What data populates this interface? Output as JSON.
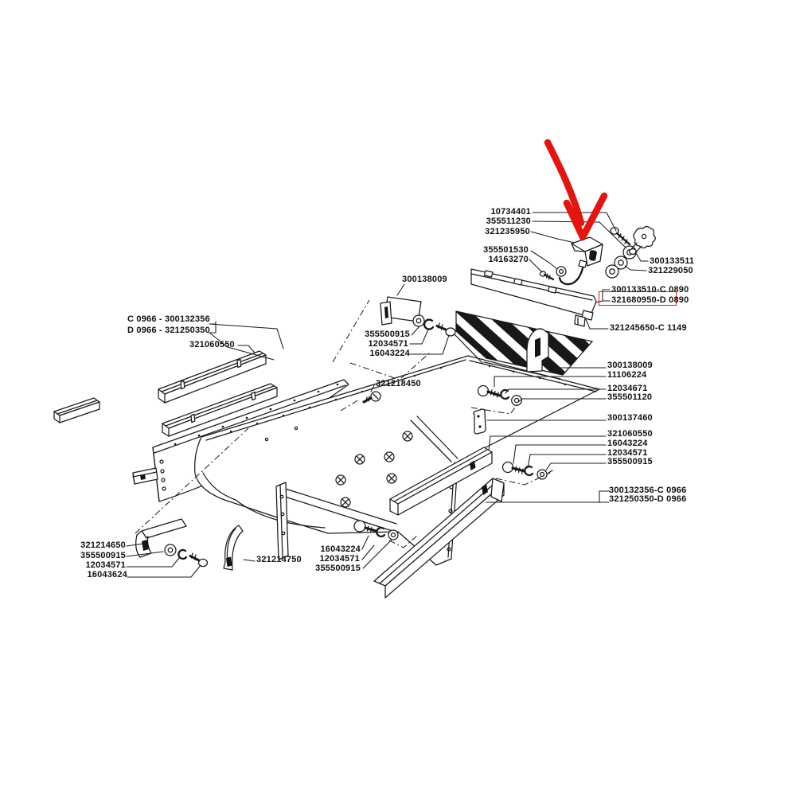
{
  "diagram": {
    "type": "exploded-parts-diagram",
    "line_color": "#1a1a1a",
    "highlight_color": "#e31510",
    "boxed_part_number": "321680950-D 0890"
  },
  "labels": [
    {
      "text": "10734401"
    },
    {
      "text": "355511230"
    },
    {
      "text": "321235950"
    },
    {
      "text": "355501530"
    },
    {
      "text": "14163270"
    },
    {
      "text": "300133511"
    },
    {
      "text": "321229050"
    },
    {
      "text": "300133510-C 0890"
    },
    {
      "text": "321680950-D 0890"
    },
    {
      "text": "321245650-C 1149"
    },
    {
      "text": "300138009"
    },
    {
      "text": "C 0966 - 300132356"
    },
    {
      "text": "D 0966 - 321250350"
    },
    {
      "text": "321060550"
    },
    {
      "text": "355500915"
    },
    {
      "text": "12034571"
    },
    {
      "text": "16043224"
    },
    {
      "text": "321218450"
    },
    {
      "text": "300138009"
    },
    {
      "text": "11106224"
    },
    {
      "text": "12034671"
    },
    {
      "text": "355501120"
    },
    {
      "text": "300137460"
    },
    {
      "text": "321060550"
    },
    {
      "text": "16043224"
    },
    {
      "text": "12034571"
    },
    {
      "text": "355500915"
    },
    {
      "text": "300132356-C 0966"
    },
    {
      "text": "321250350-D 0966"
    },
    {
      "text": "321214650"
    },
    {
      "text": "355500915"
    },
    {
      "text": "12034571"
    },
    {
      "text": "16043624"
    },
    {
      "text": "321214750"
    },
    {
      "text": "16043224"
    },
    {
      "text": "12034571"
    },
    {
      "text": "355500915"
    }
  ]
}
